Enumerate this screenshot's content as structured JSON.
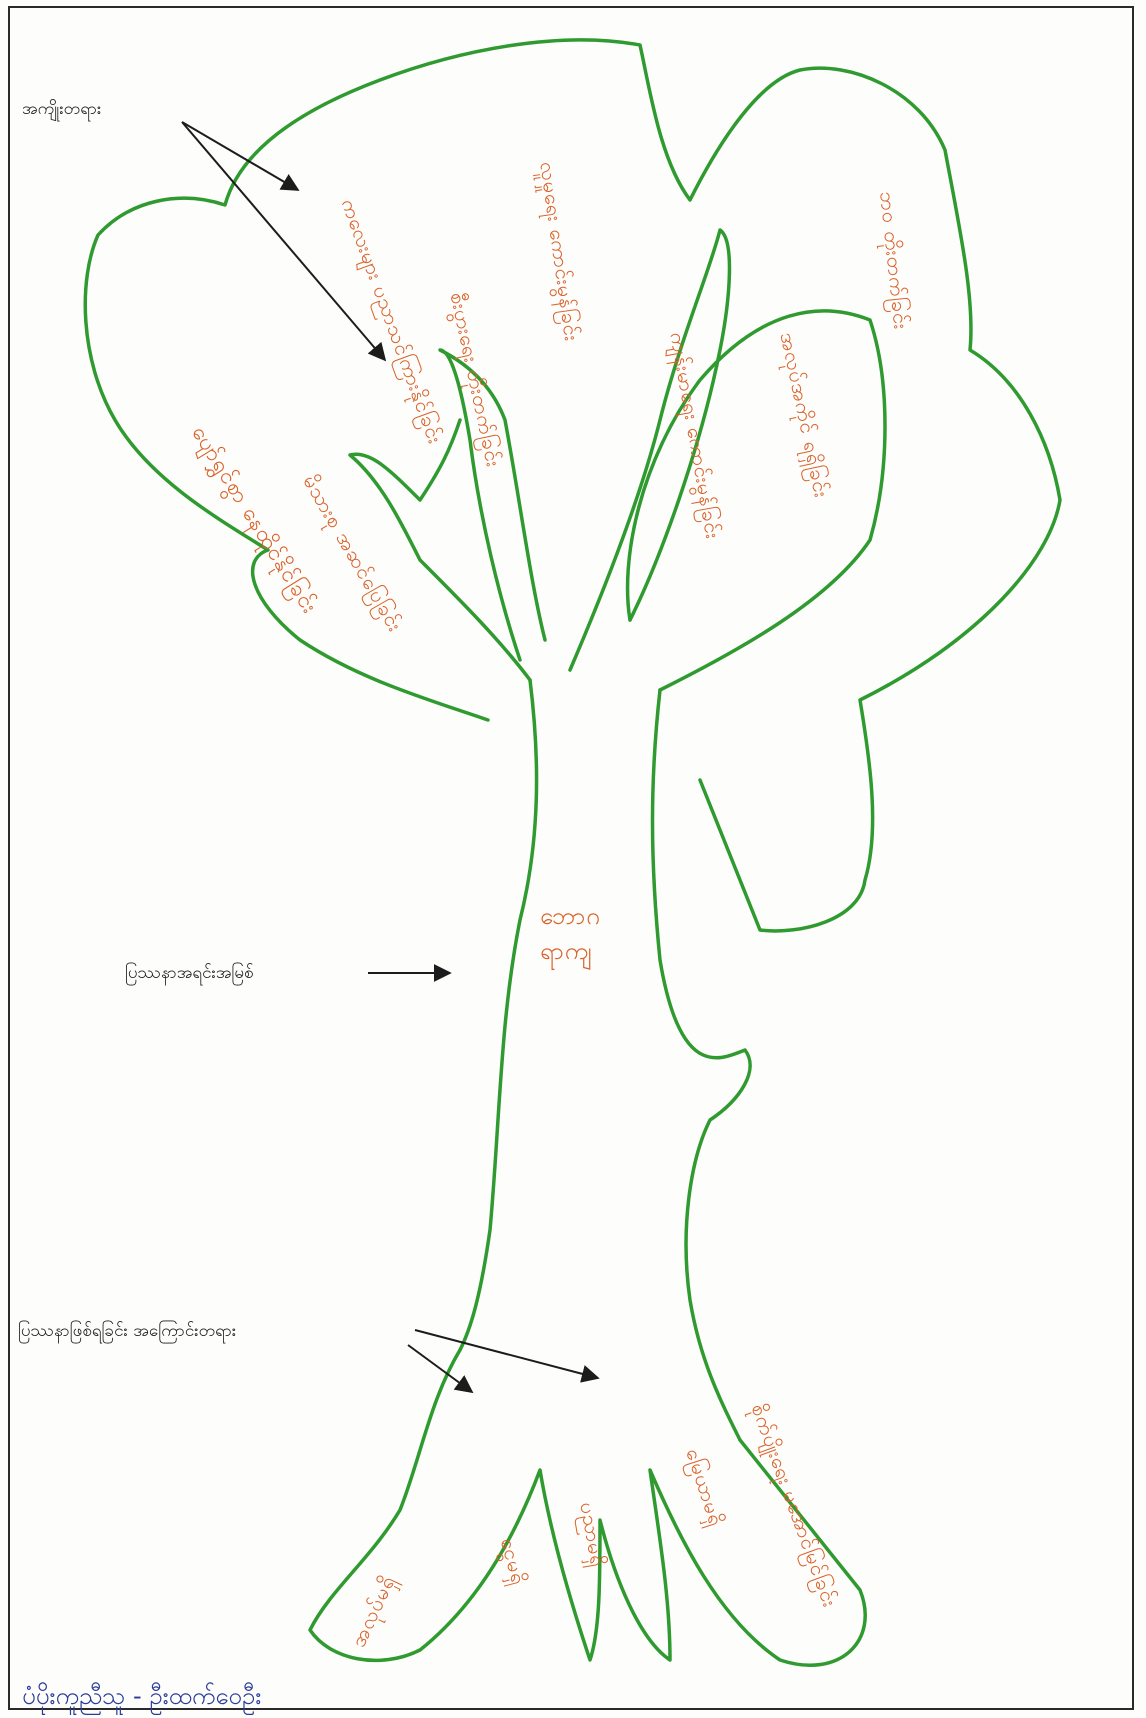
{
  "labels": {
    "effects": "အကျိုးတရား",
    "core_problem": "ပြဿနာအရင်းအမြစ်",
    "causes": "ပြဿနာဖြစ်ရခြင်း အကြောင်းတရား"
  },
  "trunk_text": [
    "ဘောဂ",
    "ရာကျ"
  ],
  "canopy_texts": [
    "ပျော်ရွှင်စွာ နေထိုင်နိုင်ခြင်း",
    "မိသားစု အဆင်ပြေခြင်း",
    "ကလေးများ ပညာသင်ကြားနိုင်ခြင်း",
    "စီးပွားရေး တိုးတက်ခြင်း",
    "လူမှုရေး ကောင်းမွန်ခြင်း",
    "ကျန်းမာရေး ကောင်းမွန်ခြင်း",
    "အလုပ်အကိုင် ရရှိခြင်း",
    "ဘဝ တိုးတက်ခြင်း"
  ],
  "root_texts": [
    "အလုပ်မရှိ",
    "ငွေမရှိ",
    "ပညာမရှိ",
    "မြေယာမရှိ",
    "စိုက်ပျိုးရေး မအောင်မြင်ခြင်း"
  ],
  "signature": "ပံပိုးကူညီသူ - ဦးထက်ဝေဦး",
  "colors": {
    "outline": "#2f9a2f",
    "handwriting": "#d9622b",
    "signature": "#2a3b9a",
    "arrows": "#1c1c1c"
  }
}
